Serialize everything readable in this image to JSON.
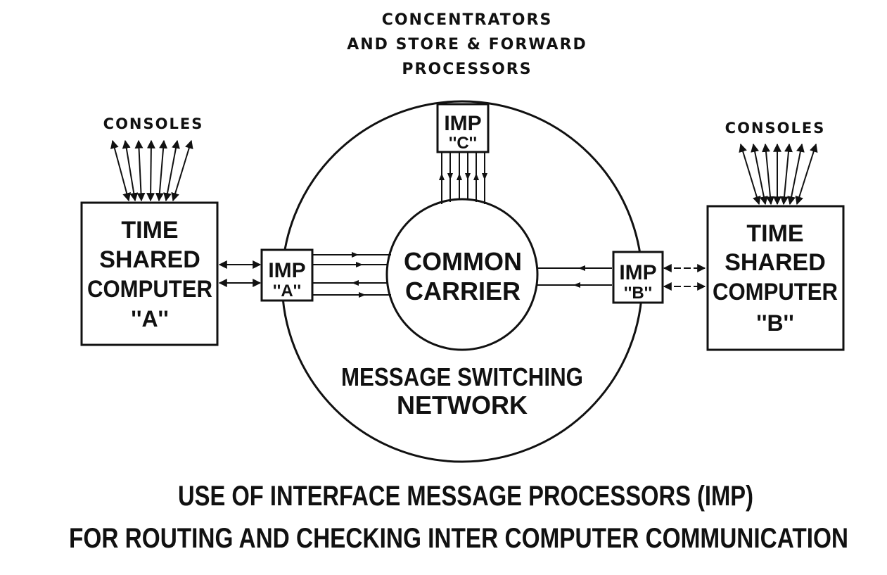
{
  "diagram": {
    "top_label": [
      "CONCENTRATORS",
      "AND STORE & FORWARD",
      "PROCESSORS"
    ],
    "consoles_left": "CONSOLES",
    "consoles_right": "CONSOLES",
    "computer_a": [
      "TIME",
      "SHARED",
      "COMPUTER",
      "''A''"
    ],
    "computer_b": [
      "TIME",
      "SHARED",
      "COMPUTER",
      "''B''"
    ],
    "imp_a": [
      "IMP",
      "''A''"
    ],
    "imp_b": [
      "IMP",
      "''B''"
    ],
    "imp_c": [
      "IMP",
      "''C''"
    ],
    "carrier": [
      "COMMON",
      "CARRIER"
    ],
    "network": [
      "MESSAGE SWITCHING",
      "NETWORK"
    ],
    "caption": [
      "USE OF INTERFACE MESSAGE PROCESSORS (IMP)",
      "FOR ROUTING AND CHECKING INTER COMPUTER COMMUNICATION"
    ]
  }
}
